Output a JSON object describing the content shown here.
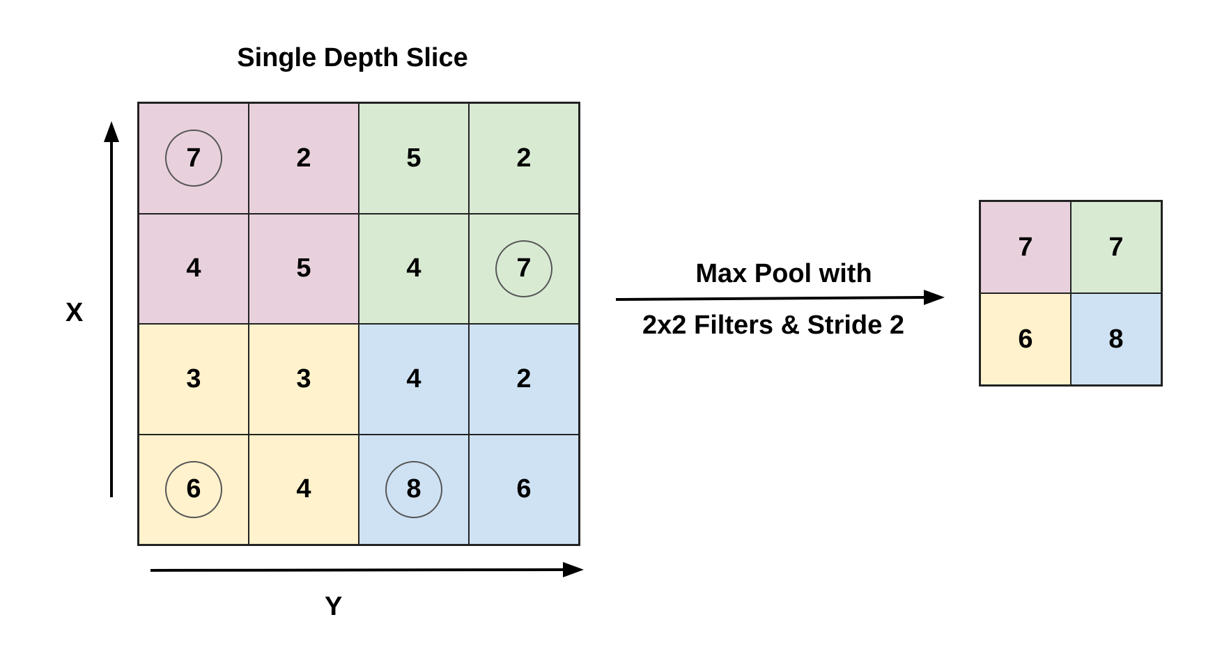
{
  "title": "Single Depth Slice",
  "axis_labels": {
    "x": "X",
    "y": "Y"
  },
  "operation": {
    "line1": "Max Pool with",
    "line2": "2x2 Filters & Stride 2"
  },
  "colors": {
    "pink": "#e8d1dc",
    "green": "#d9ead3",
    "yellow": "#fff2cc",
    "blue": "#cfe2f3",
    "border": "#222222"
  },
  "input_grid": [
    [
      {
        "value": "7",
        "color": "pink",
        "circled": true
      },
      {
        "value": "2",
        "color": "pink",
        "circled": false
      },
      {
        "value": "5",
        "color": "green",
        "circled": false
      },
      {
        "value": "2",
        "color": "green",
        "circled": false
      }
    ],
    [
      {
        "value": "4",
        "color": "pink",
        "circled": false
      },
      {
        "value": "5",
        "color": "pink",
        "circled": false
      },
      {
        "value": "4",
        "color": "green",
        "circled": false
      },
      {
        "value": "7",
        "color": "green",
        "circled": true
      }
    ],
    [
      {
        "value": "3",
        "color": "yellow",
        "circled": false
      },
      {
        "value": "3",
        "color": "yellow",
        "circled": false
      },
      {
        "value": "4",
        "color": "blue",
        "circled": false
      },
      {
        "value": "2",
        "color": "blue",
        "circled": false
      }
    ],
    [
      {
        "value": "6",
        "color": "yellow",
        "circled": true
      },
      {
        "value": "4",
        "color": "yellow",
        "circled": false
      },
      {
        "value": "8",
        "color": "blue",
        "circled": true
      },
      {
        "value": "6",
        "color": "blue",
        "circled": false
      }
    ]
  ],
  "output_grid": [
    [
      {
        "value": "7",
        "color": "pink"
      },
      {
        "value": "7",
        "color": "green"
      }
    ],
    [
      {
        "value": "6",
        "color": "yellow"
      },
      {
        "value": "8",
        "color": "blue"
      }
    ]
  ]
}
